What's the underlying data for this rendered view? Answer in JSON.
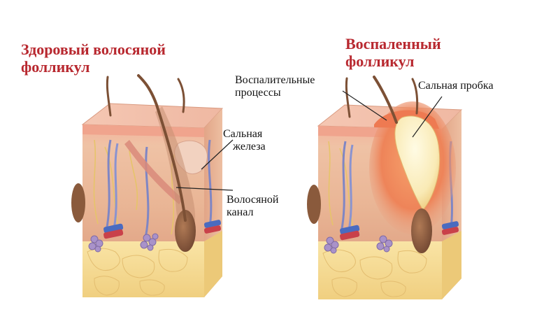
{
  "left_panel": {
    "title_lines": [
      "Здоровый волосяной",
      "фолликул"
    ],
    "labels": {
      "gland": [
        "Сальная",
        "железа"
      ],
      "canal": [
        "Волосяной",
        "канал"
      ]
    }
  },
  "right_panel": {
    "title_lines": [
      "Воспаленный",
      "фолликул"
    ],
    "labels": {
      "inflammation": [
        "Воспалительные",
        "процессы"
      ],
      "plug": [
        "Сальная пробка"
      ]
    }
  },
  "colors": {
    "title": "#b8282f",
    "skin_top": "#f2b8a2",
    "dermis": "#ebbc9c",
    "fat": "#f6dc95",
    "follicle": "#8a5a3c",
    "inflamed": "#e9794f",
    "plug": "#fbf1c4"
  }
}
